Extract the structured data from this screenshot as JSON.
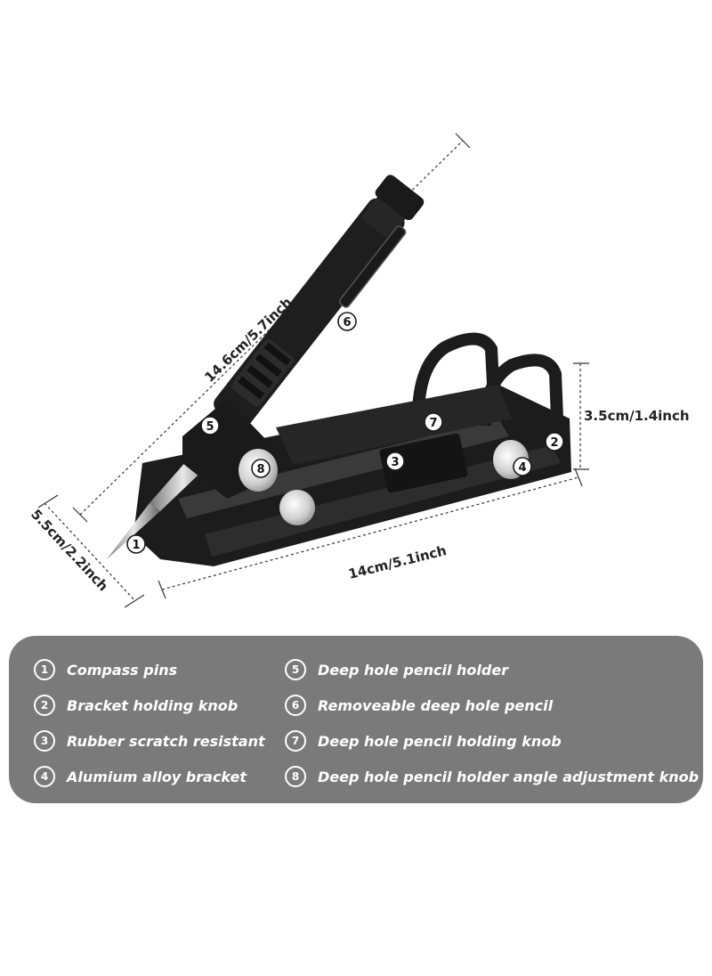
{
  "dimensions": {
    "pencil_length": "14.6cm/5.7inch",
    "height": "3.5cm/1.4inch",
    "width": "5.5cm/2.2inch",
    "base_length": "14cm/5.1inch"
  },
  "callouts": [
    "1",
    "2",
    "3",
    "4",
    "5",
    "6",
    "7",
    "8"
  ],
  "legend": {
    "left": [
      {
        "num": "1",
        "label": "Compass pins"
      },
      {
        "num": "2",
        "label": "Bracket holding knob"
      },
      {
        "num": "3",
        "label": "Rubber scratch resistant"
      },
      {
        "num": "4",
        "label": "Alumium alloy bracket"
      }
    ],
    "right": [
      {
        "num": "5",
        "label": "Deep hole pencil holder"
      },
      {
        "num": "6",
        "label": "Removeable deep hole pencil"
      },
      {
        "num": "7",
        "label": "Deep hole pencil holding knob"
      },
      {
        "num": "8",
        "label": "Deep hole pencil holder angle adjustment knob"
      }
    ]
  },
  "colors": {
    "panel": "#7a7a7a",
    "product": "#1c1c1c",
    "knob": "#d9d9d9"
  }
}
